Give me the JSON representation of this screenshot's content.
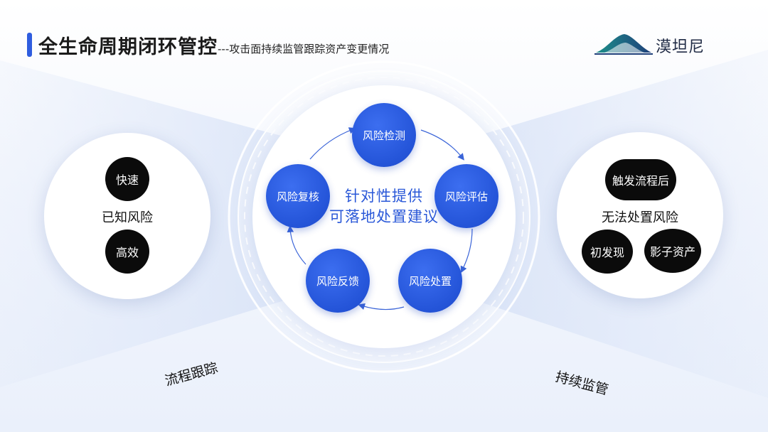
{
  "header": {
    "title": "全生命周期闭环管控",
    "subtitle": "---攻击面持续监管跟踪资产变更情况"
  },
  "logo": {
    "text": "漠坦尼",
    "icon": "mountain-logo-icon"
  },
  "left_panel": {
    "label": "已知风险",
    "top_item": "快速",
    "bottom_item": "高效"
  },
  "right_panel": {
    "label": "无法处置风险",
    "top_item": "触发流程后",
    "bottom_left_item": "初发现",
    "bottom_right_item": "影子资产"
  },
  "cycle": {
    "center_line1": "针对性提供",
    "center_line2": "可落地处置建议",
    "nodes": [
      "风险检测",
      "风险评估",
      "风险处置",
      "风险反馈",
      "风险复核"
    ]
  },
  "footer": {
    "left_label": "流程跟踪",
    "right_label": "持续监管"
  },
  "colors": {
    "accent": "#2f5ddf",
    "node": "#2454d8",
    "dark_pill": "#0b0b0b",
    "beam": "#dfe7f8"
  }
}
